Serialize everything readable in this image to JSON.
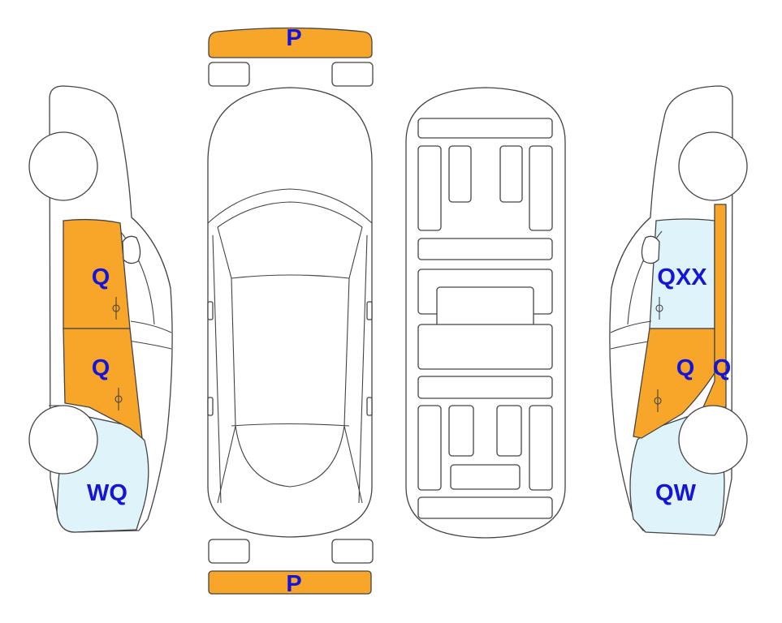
{
  "colors": {
    "damage": "#F8A62A",
    "light": "#DFF4FA",
    "label": "#1515D8",
    "outline": "#444444"
  },
  "labels": {
    "front_bumper": "P",
    "rear_bumper": "P",
    "left_front_door": "Q",
    "left_rear_door": "Q",
    "left_rear_quarter": "WQ",
    "right_front_door": "QXX",
    "right_rear_door": "Q",
    "right_pillar": "Q",
    "right_rear_quarter": "QW"
  }
}
